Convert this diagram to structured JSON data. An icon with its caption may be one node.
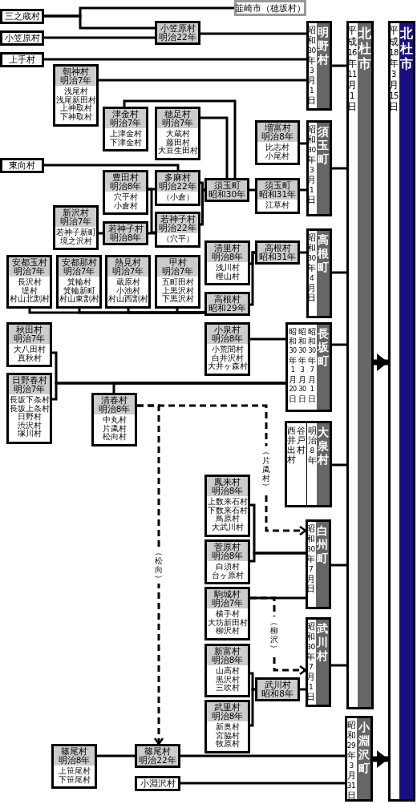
{
  "diagram": {
    "nodes": [
      {
        "text": [
          "三之蔵村"
        ]
      },
      {
        "text": [
          "韮崎市（穂坂村）"
        ]
      },
      {
        "text": [
          "小笠原村"
        ]
      },
      {
        "text": [
          "小笠原村",
          "明治22年"
        ]
      },
      {
        "text": [
          "上手村"
        ]
      },
      {
        "text": [
          "朝神村",
          "明治7年",
          "浅尾村",
          "浅尾新田村",
          "上神取村",
          "下神取村"
        ]
      },
      {
        "text": [
          "津金村",
          "明治7年",
          "上津金村",
          "下津金村"
        ]
      },
      {
        "text": [
          "穂足村",
          "明治7年",
          "大蔵村",
          "藤田村",
          "大豆生田村"
        ]
      },
      {
        "text": [
          "東向村"
        ]
      },
      {
        "text": [
          "豊田村",
          "明治8年",
          "穴平村",
          "小倉村"
        ]
      },
      {
        "text": [
          "多麻村",
          "明治22年",
          "（小倉）"
        ]
      },
      {
        "text": [
          "新沢村",
          "明治7年",
          "若神子新町",
          "境之沢村"
        ]
      },
      {
        "text": [
          "若神子村",
          "明治8年"
        ]
      },
      {
        "text": [
          "若神子村",
          "明治22年",
          "（穴平）"
        ]
      },
      {
        "text": [
          "須玉町",
          "昭和30年"
        ]
      },
      {
        "text": [
          "増富村",
          "明治8年",
          "比志村",
          "小尾村"
        ]
      },
      {
        "text": [
          "須玉町",
          "昭和31年",
          "江草村"
        ]
      },
      {
        "text": [
          "安都玉村",
          "明治7年",
          "長沢村",
          "堤村",
          "村山北割村"
        ]
      },
      {
        "text": [
          "安都那村",
          "明治7年",
          "箕輪村",
          "箕輪新町",
          "村山東割村"
        ]
      },
      {
        "text": [
          "熱見村",
          "明治7年",
          "蔵原村",
          "小池村",
          "村山西割村"
        ]
      },
      {
        "text": [
          "甲村",
          "明治7年",
          "五町田村",
          "上黒沢村",
          "下黒沢村"
        ]
      },
      {
        "text": [
          "清里村",
          "明治8年",
          "浅川村",
          "樫山村"
        ]
      },
      {
        "text": [
          "高根村",
          "昭和29年"
        ]
      },
      {
        "text": [
          "高根村",
          "昭和31年"
        ]
      },
      {
        "text": [
          "昭和30年3月1日",
          "明野村"
        ]
      },
      {
        "text": [
          "昭和30年3月1日",
          "須玉町"
        ]
      },
      {
        "text": [
          "昭和30年4月日",
          "高根町"
        ]
      },
      {
        "text": [
          "平成16年11月1日",
          "北杜市"
        ]
      },
      {
        "text": [
          "平成18年3月15日",
          "北杜市"
        ]
      },
      {
        "text": [
          "秋田村",
          "明治7年",
          "大八田村",
          "真秋村"
        ]
      },
      {
        "text": [
          "日野春村",
          "明治7年",
          "長坂下条村",
          "長坂上条村",
          "日野村",
          "渋沢村",
          "塚川村"
        ]
      },
      {
        "text": [
          "小泉村",
          "明治8年",
          "小荒間村",
          "白井沢村",
          "大井ヶ森村"
        ]
      },
      {
        "text": [
          "清春村",
          "明治8年",
          "中丸村",
          "片颪村",
          "松向村"
        ]
      },
      {
        "text": [
          "昭和30年1月20日",
          "昭和30年3月30日",
          "昭和30年7月1日",
          "長坂町"
        ]
      },
      {
        "text": [
          "西井出村",
          "谷戸村",
          "明治8年",
          "大泉村"
        ]
      },
      {
        "text": [
          "鳳来村",
          "明治8年",
          "上数来石村",
          "下数来石村",
          "鳥原村",
          "大武川村"
        ]
      },
      {
        "text": [
          "菅原村",
          "明治8年",
          "白須村",
          "台ヶ原村"
        ]
      },
      {
        "text": [
          "駒城村",
          "明治7年",
          "横手村",
          "大坊新田村",
          "柳沢村"
        ]
      },
      {
        "text": [
          "新富村",
          "明治8年",
          "山高村",
          "黒沢村",
          "三吹村"
        ]
      },
      {
        "text": [
          "武里村",
          "明治8年",
          "新奥村",
          "宮脇村",
          "牧原村"
        ]
      },
      {
        "text": [
          "武川村",
          "昭和8年"
        ]
      },
      {
        "text": [
          "昭和30年7月日",
          "白州町"
        ]
      },
      {
        "text": [
          "昭和30年7月1日",
          "武川村"
        ]
      },
      {
        "text": [
          "篠尾村",
          "明治8年",
          "上笹尾村",
          "下笹尾村"
        ]
      },
      {
        "text": [
          "篠尾村",
          "明治22年"
        ]
      },
      {
        "text": [
          "小淵沢村"
        ]
      },
      {
        "text": [
          "昭和29年3月31日",
          "小淵沢町"
        ]
      }
    ],
    "edges": [
      {
        "from": 0,
        "to": 1,
        "arrow": "none"
      },
      {
        "from": 0,
        "to": 3,
        "arrow": "none"
      },
      {
        "from": 2,
        "to": 3,
        "arrow": "none"
      },
      {
        "from": 3,
        "to": 24,
        "arrow": "none"
      },
      {
        "from": 4,
        "to": 24,
        "arrow": "none"
      },
      {
        "from": 5,
        "to": 24,
        "arrow": "none"
      },
      {
        "from": 6,
        "to": 14,
        "arrow": "none"
      },
      {
        "from": 7,
        "to": 14,
        "arrow": "none"
      },
      {
        "from": 8,
        "to": 10,
        "arrow": "none"
      },
      {
        "from": 9,
        "to": 10,
        "arrow": "none"
      },
      {
        "from": 9,
        "to": 13,
        "arrow": "none"
      },
      {
        "from": 11,
        "to": 12,
        "arrow": "none"
      },
      {
        "from": 12,
        "to": 13,
        "arrow": "none"
      },
      {
        "from": 10,
        "to": 14,
        "arrow": "none"
      },
      {
        "from": 13,
        "to": 14,
        "arrow": "none"
      },
      {
        "from": 14,
        "to": 16,
        "arrow": "none"
      },
      {
        "from": 15,
        "to": 25,
        "arrow": "none"
      },
      {
        "from": 16,
        "to": 25,
        "arrow": "none"
      },
      {
        "from": 17,
        "to": 22,
        "arrow": "none"
      },
      {
        "from": 18,
        "to": 22,
        "arrow": "none"
      },
      {
        "from": 19,
        "to": 22,
        "arrow": "none"
      },
      {
        "from": 20,
        "to": 22,
        "arrow": "none"
      },
      {
        "from": 21,
        "to": 23,
        "arrow": "none"
      },
      {
        "from": 22,
        "to": 23,
        "arrow": "none"
      },
      {
        "from": 23,
        "to": 26,
        "arrow": "none"
      },
      {
        "from": 24,
        "to": 27,
        "arrow": "none"
      },
      {
        "from": 25,
        "to": 27,
        "arrow": "none"
      },
      {
        "from": 26,
        "to": 27,
        "arrow": "none"
      },
      {
        "from": 29,
        "to": 33,
        "arrow": "none"
      },
      {
        "from": 30,
        "to": 33,
        "arrow": "none"
      },
      {
        "from": 32,
        "to": 33,
        "arrow": "none"
      },
      {
        "from": 31,
        "to": 33,
        "arrow": "none"
      },
      {
        "from": 32,
        "to": 41,
        "arrow": "to",
        "style": "dashed",
        "label": "（片颪村）"
      },
      {
        "from": 32,
        "to": 44,
        "arrow": "to",
        "style": "dashed",
        "label": "（松向）"
      },
      {
        "from": 35,
        "to": 41,
        "arrow": "none"
      },
      {
        "from": 36,
        "to": 41,
        "arrow": "none"
      },
      {
        "from": 37,
        "to": 41,
        "arrow": "none"
      },
      {
        "from": 37,
        "to": 42,
        "arrow": "to",
        "style": "dashed",
        "label": "（柳沢）"
      },
      {
        "from": 38,
        "to": 40,
        "arrow": "none"
      },
      {
        "from": 39,
        "to": 40,
        "arrow": "none"
      },
      {
        "from": 40,
        "to": 42,
        "arrow": "none"
      },
      {
        "from": 33,
        "to": 27,
        "arrow": "none"
      },
      {
        "from": 34,
        "to": 27,
        "arrow": "none"
      },
      {
        "from": 41,
        "to": 27,
        "arrow": "none"
      },
      {
        "from": 42,
        "to": 27,
        "arrow": "none"
      },
      {
        "from": 43,
        "to": 44,
        "arrow": "none"
      },
      {
        "from": 44,
        "to": 46,
        "arrow": "none"
      },
      {
        "from": 45,
        "to": 46,
        "arrow": "none"
      },
      {
        "from": 27,
        "to": 28,
        "arrow": "to",
        "style": "thick"
      },
      {
        "from": 46,
        "to": 28,
        "arrow": "to",
        "style": "thick"
      }
    ]
  }
}
